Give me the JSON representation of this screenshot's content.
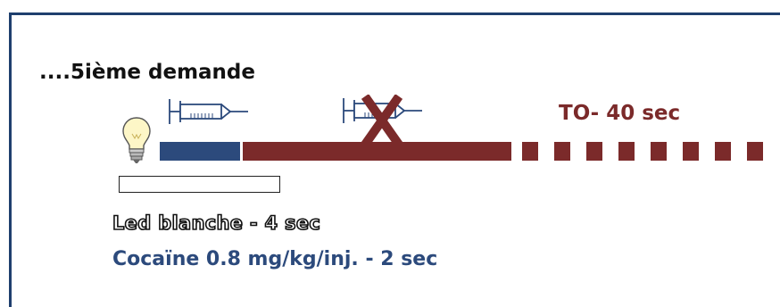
{
  "heading": "....5ième demande",
  "timeout_label": "TO- 40 sec",
  "led_label": "Led blanche - 4 sec",
  "cocaine_label": "Cocaïne 0.8 mg/kg/inj. - 2 sec",
  "colors": {
    "frame": "#1f3f6e",
    "cocaine": "#2c4a7c",
    "timeout": "#7b2a2a",
    "led": "#ffffff",
    "text_dark": "#111111"
  },
  "icons": [
    "light-bulb-icon",
    "syringe-icon",
    "crossed-syringe-icon"
  ]
}
